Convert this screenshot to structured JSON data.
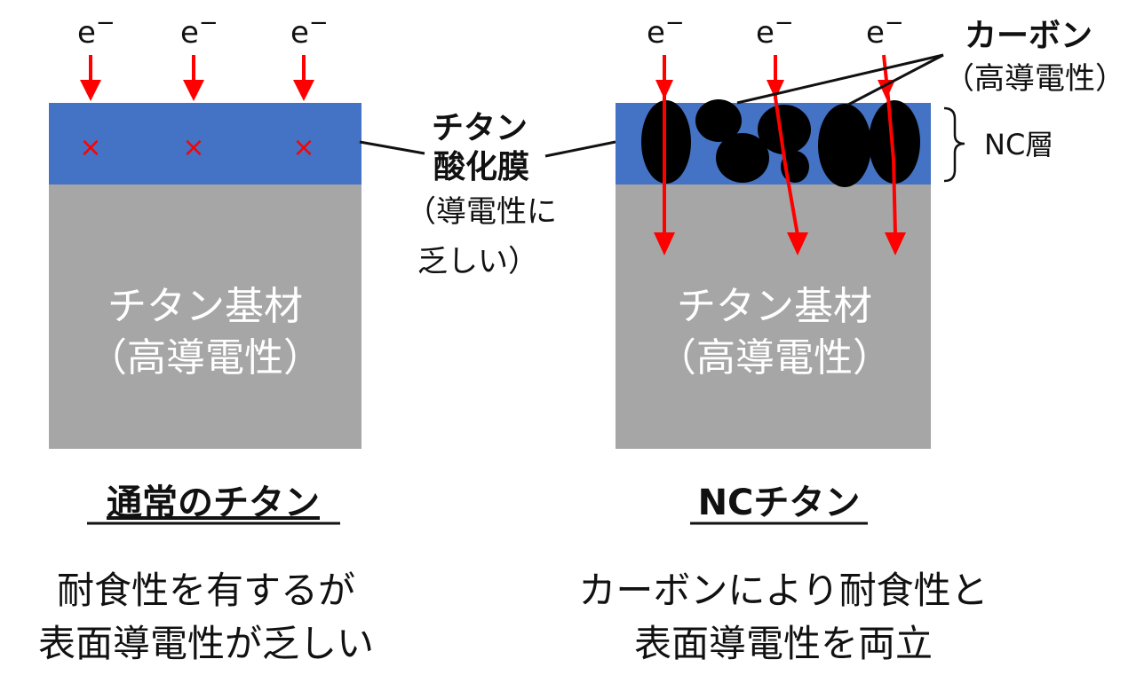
{
  "colors": {
    "oxide_layer": "#4472c4",
    "substrate": "#a6a6a6",
    "arrow": "#ff0000",
    "blocked_mark": "#ff0000",
    "carbon": "#000000",
    "text": "#111111",
    "substrate_text": "#ffffff"
  },
  "electron_label": "e",
  "electron_charge": "−",
  "blocked_mark": "×",
  "left": {
    "substrate_name": "チタン基材",
    "substrate_property": "（高導電性）",
    "caption_title": "通常のチタン",
    "caption_line1": "耐食性を有するが",
    "caption_line2": "表面導電性が乏しい"
  },
  "right": {
    "substrate_name": "チタン基材",
    "substrate_property": "（高導電性）",
    "caption_title": "NCチタン",
    "caption_line1": "カーボンにより耐食性と",
    "caption_line2": "表面導電性を両立"
  },
  "oxide_callout": {
    "line1": "チタン",
    "line2": "酸化膜",
    "line3": "（導電性に",
    "line4": "乏しい）"
  },
  "carbon_callout": {
    "line1": "カーボン",
    "line2": "（高導電性）"
  },
  "nc_layer_label": "NC層"
}
